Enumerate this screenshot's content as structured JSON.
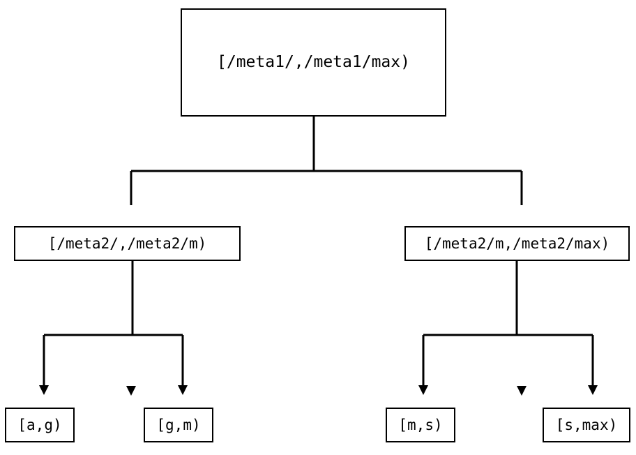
{
  "diagram": {
    "type": "binary-interval-tree",
    "background_color": "#ffffff",
    "line_color": "#000000",
    "node_border_color": "#000000",
    "node_fill_color": "#ffffff",
    "arrowhead_style": "solid-triangle-down",
    "nodes": {
      "root": {
        "id": "root",
        "label": "[/meta1/,/meta1/max)",
        "level": 0
      },
      "level2": [
        {
          "id": "l2-left",
          "label": "[/meta2/,/meta2/m)",
          "level": 1
        },
        {
          "id": "l2-right",
          "label": "[/meta2/m,/meta2/max)",
          "level": 1
        }
      ],
      "leaves": [
        {
          "id": "leaf-0",
          "label": "[a,g)",
          "level": 2,
          "parent": "l2-left"
        },
        {
          "id": "leaf-1",
          "label": "[g,m)",
          "level": 2,
          "parent": "l2-left"
        },
        {
          "id": "leaf-2",
          "label": "[m,s)",
          "level": 2,
          "parent": "l2-right"
        },
        {
          "id": "leaf-3",
          "label": "[s,max)",
          "level": 2,
          "parent": "l2-right"
        }
      ]
    },
    "edges": [
      {
        "from": "root",
        "to": "l2-left"
      },
      {
        "from": "root",
        "to": "l2-right"
      },
      {
        "from": "l2-left",
        "to": "leaf-0"
      },
      {
        "from": "l2-left",
        "to": "leaf-1"
      },
      {
        "from": "l2-right",
        "to": "leaf-2"
      },
      {
        "from": "l2-right",
        "to": "leaf-3"
      }
    ]
  }
}
